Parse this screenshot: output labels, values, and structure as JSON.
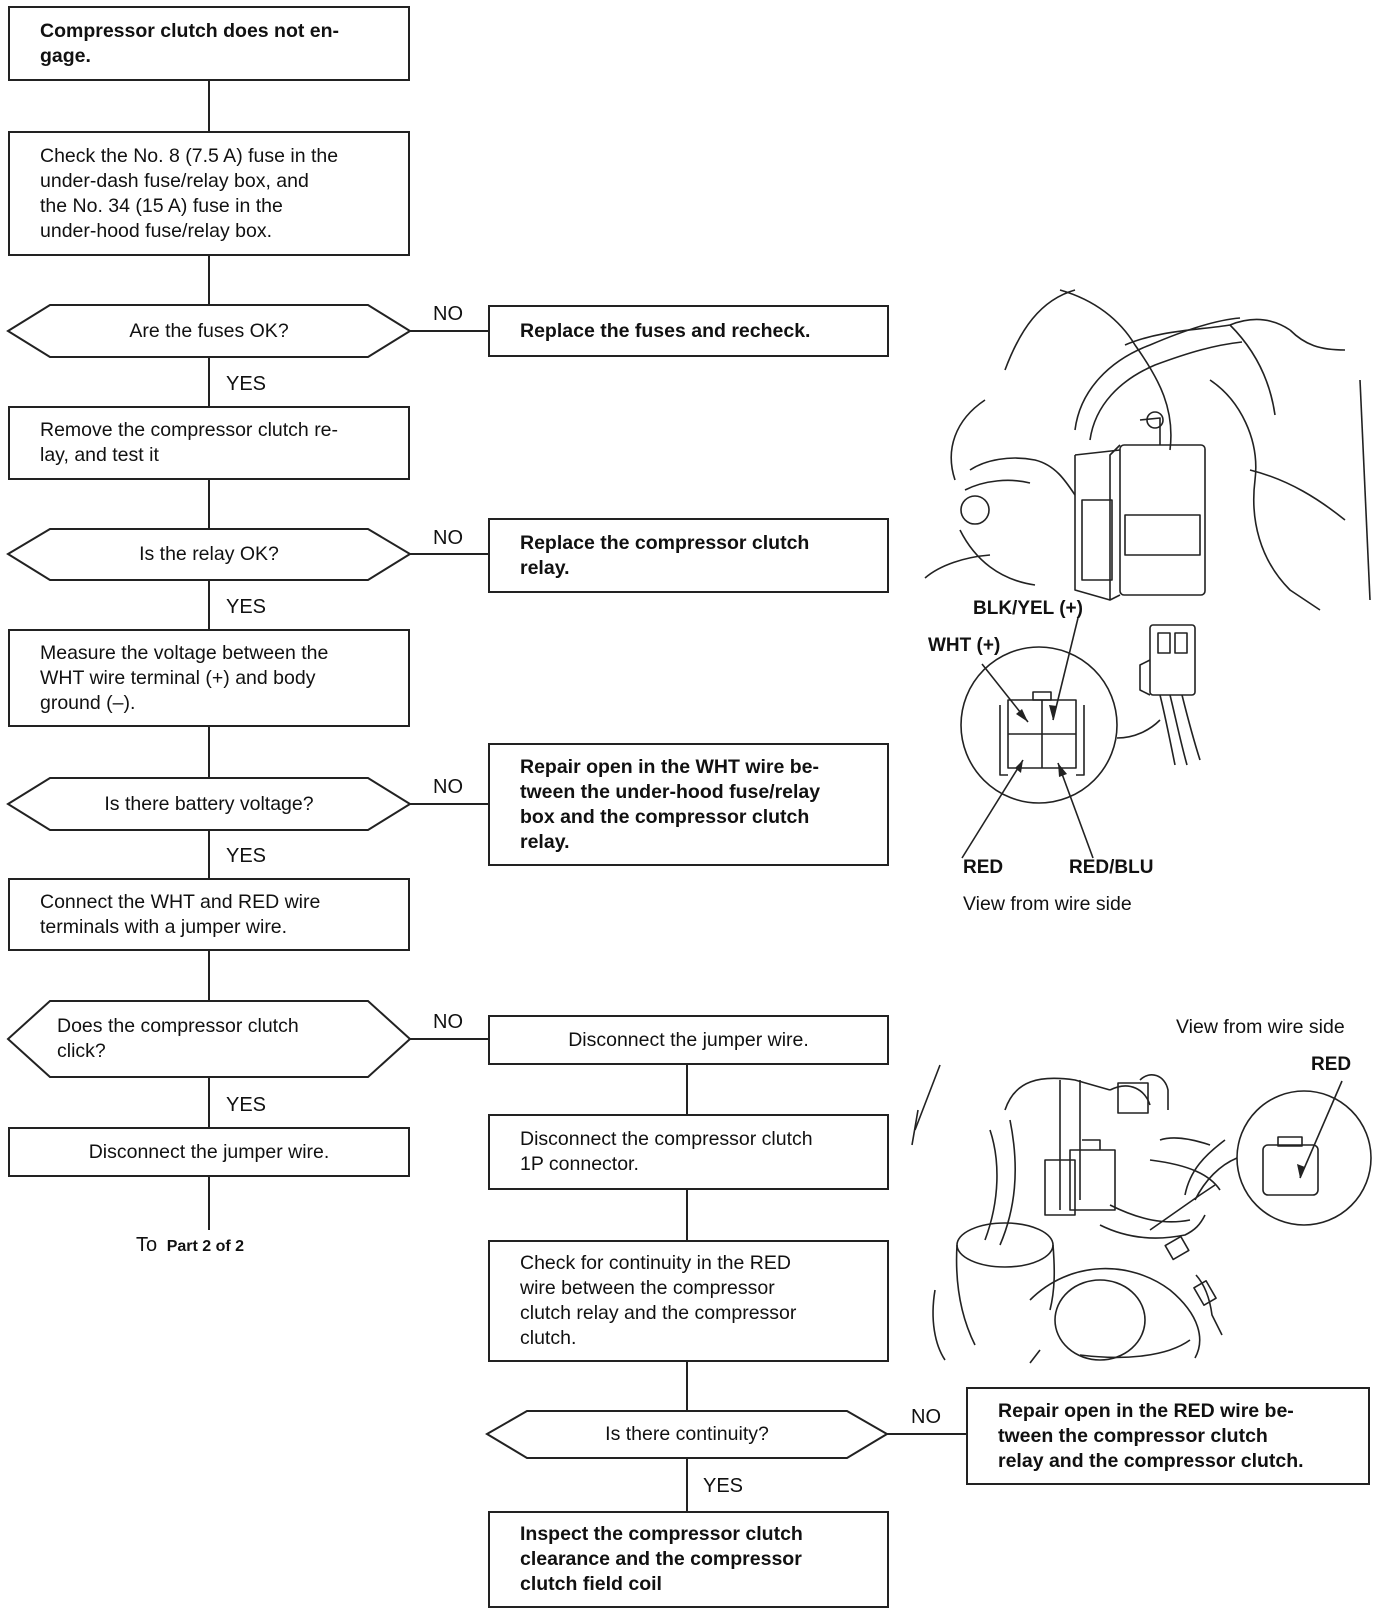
{
  "flowchart": {
    "start": "Compressor clutch does not en-\ngage.",
    "check_fuses": "Check the No. 8 (7.5 A) fuse in the\nunder-dash fuse/relay box, and\nthe No. 34 (15 A) fuse in the\nunder-hood fuse/relay box.",
    "q_fuses": "Are the fuses OK?",
    "replace_fuses": "Replace the fuses and recheck.",
    "remove_relay": "Remove the compressor clutch re-\nlay, and test it",
    "q_relay": "Is the relay OK?",
    "replace_relay": "Replace the compressor clutch\nrelay.",
    "measure_voltage": "Measure the voltage between the\nWHT wire terminal (+) and body\nground (–).",
    "q_voltage": "Is there battery voltage?",
    "repair_wht": "Repair open in the WHT wire be-\ntween the under-hood fuse/relay\nbox and the compressor clutch\nrelay.",
    "connect_jumper": "Connect the WHT and RED wire\nterminals with a jumper wire.",
    "q_click": "Does the compressor clutch\nclick?",
    "disconnect_jumper_left": "Disconnect the jumper wire.",
    "disconnect_jumper_right": "Disconnect the jumper wire.",
    "disconnect_connector": "Disconnect the compressor clutch\n1P connector.",
    "check_continuity": "Check for continuity in the RED\nwire between the compressor\nclutch relay and the compressor\nclutch.",
    "q_continuity": "Is there continuity?",
    "repair_red": "Repair open in the RED wire be-\ntween the compressor clutch\nrelay and the compressor clutch.",
    "inspect_clutch": "Inspect the compressor clutch\nclearance and the compressor\nclutch field coil",
    "to_prefix": "To",
    "to_part": "Part 2 of 2",
    "yes": "YES",
    "no": "NO"
  },
  "illustration_relay": {
    "labels": {
      "blk_yel": "BLK/YEL (+)",
      "wht": "WHT (+)",
      "red": "RED",
      "red_blu": "RED/BLU"
    },
    "caption": "View from wire side"
  },
  "illustration_connector": {
    "caption": "View from wire side",
    "label_red": "RED"
  }
}
